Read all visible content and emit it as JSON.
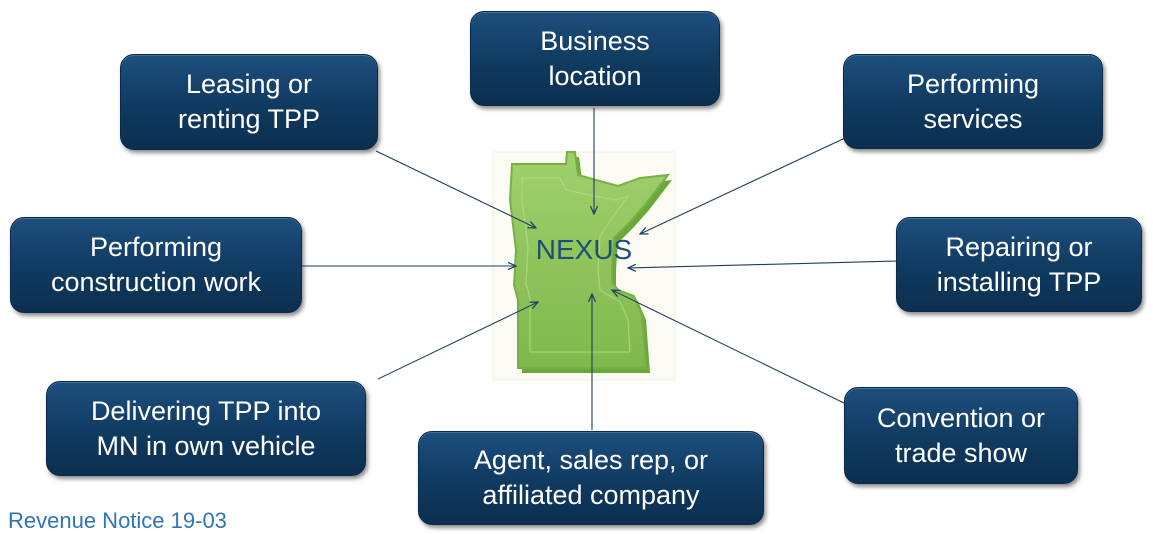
{
  "center": {
    "label": "NEXUS"
  },
  "boxes": {
    "business_location": {
      "line1": "Business",
      "line2": "location"
    },
    "leasing": {
      "line1": "Leasing or",
      "line2": "renting TPP"
    },
    "performing_services": {
      "line1": "Performing",
      "line2": "services"
    },
    "construction": {
      "line1": "Performing",
      "line2": "construction work"
    },
    "repairing": {
      "line1": "Repairing or",
      "line2": "installing TPP"
    },
    "delivering": {
      "line1": "Delivering TPP into",
      "line2": "MN in own vehicle"
    },
    "agent": {
      "line1": "Agent, sales rep, or",
      "line2": "affiliated company"
    },
    "convention": {
      "line1": "Convention or",
      "line2": "trade show"
    }
  },
  "source": "Revenue Notice 19-03",
  "colors": {
    "box_fill": "#123f68",
    "box_text": "#ffffff",
    "map_fill": "#8dc45a",
    "map_edge": "#6aa83c",
    "center_text": "#1f4e79",
    "arrow": "#1f3f63",
    "source_text": "#2e75b6"
  }
}
